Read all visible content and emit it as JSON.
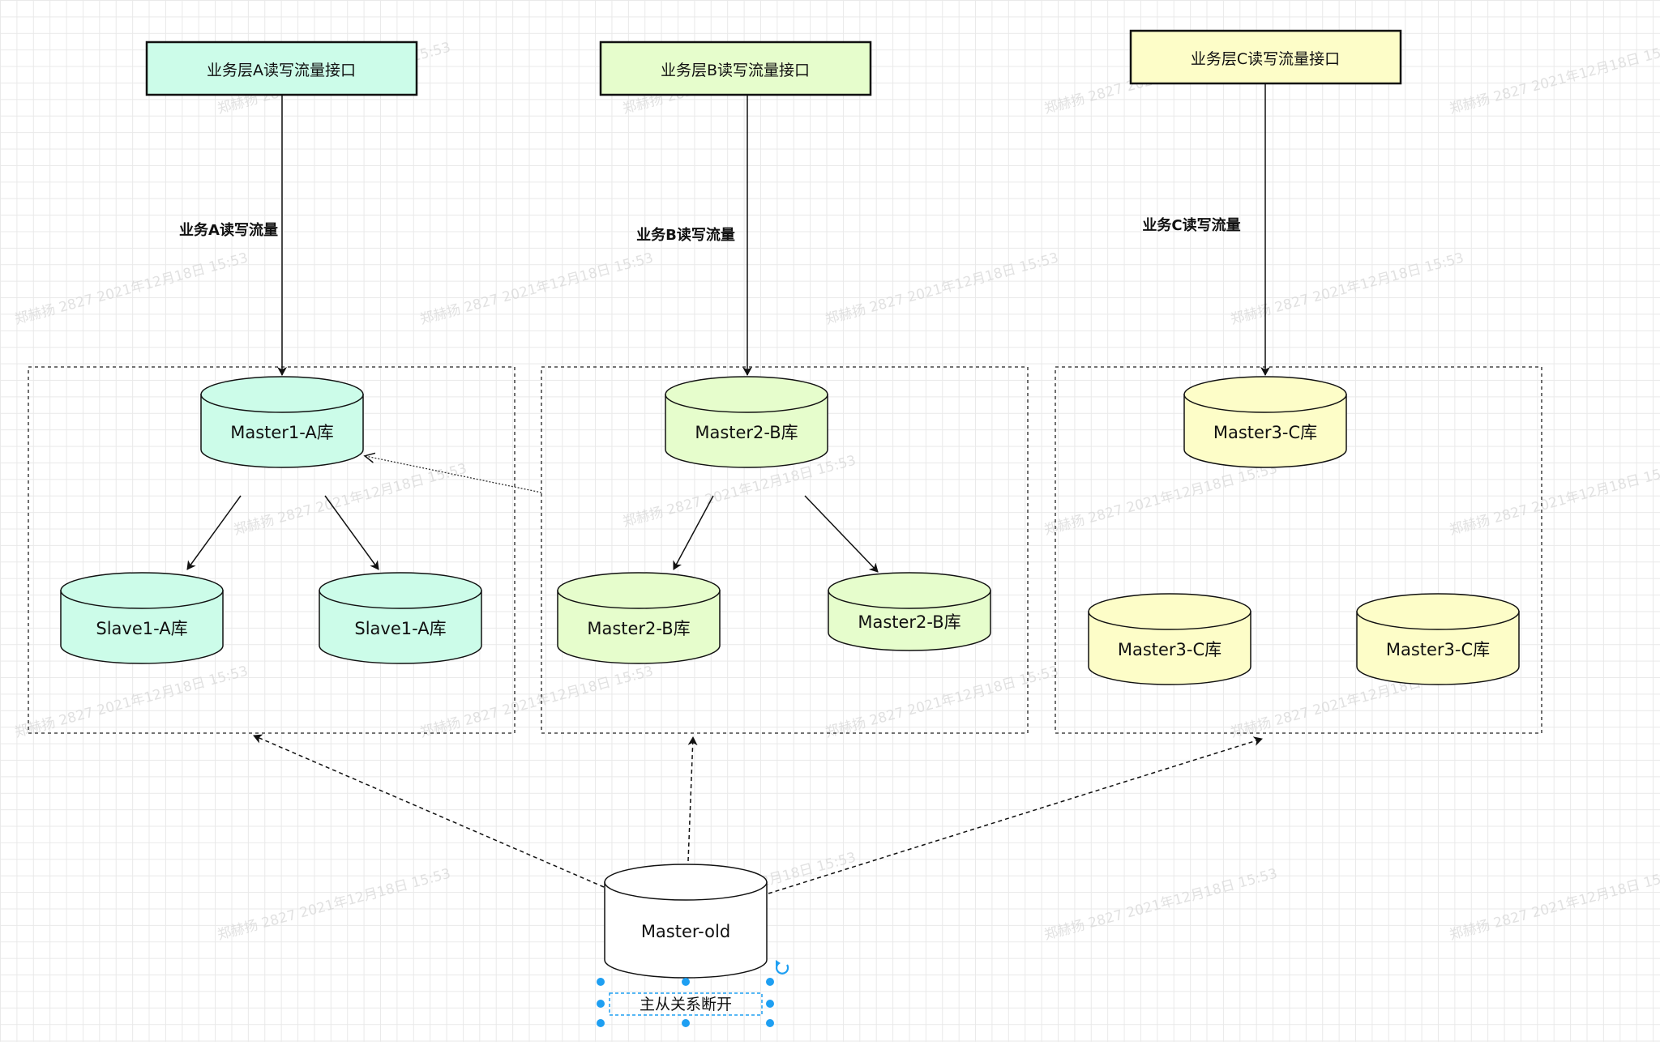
{
  "interfaces": {
    "a": {
      "label": "业务层A读写流量接口",
      "fill": "#ccfce9"
    },
    "b": {
      "label": "业务层B读写流量接口",
      "fill": "#e6fdcc"
    },
    "c": {
      "label": "业务层C读写流量接口",
      "fill": "#fdfdc8"
    }
  },
  "edge_labels": {
    "a": "业务A读写流量",
    "b": "业务B读写流量",
    "c": "业务C读写流量"
  },
  "databases": {
    "master1": "Master1-A库",
    "slave1_left": "Slave1-A库",
    "slave1_right": "Slave1-A库",
    "master2": "Master2-B库",
    "master2_left": "Master2-B库",
    "master2_right": "Master2-B库",
    "master3": "Master3-C库",
    "master3_left": "Master3-C库",
    "master3_right": "Master3-C库",
    "master_old": "Master-old"
  },
  "selected_label": "主从关系断开",
  "watermark": "郑赫扬 2827 2021年12月18日 15:53",
  "colors": {
    "group_a": "#ccfce9",
    "group_b": "#e6fdcc",
    "group_c": "#fdfdc8",
    "old": "#ffffff",
    "selection": "#1e9ff2"
  }
}
